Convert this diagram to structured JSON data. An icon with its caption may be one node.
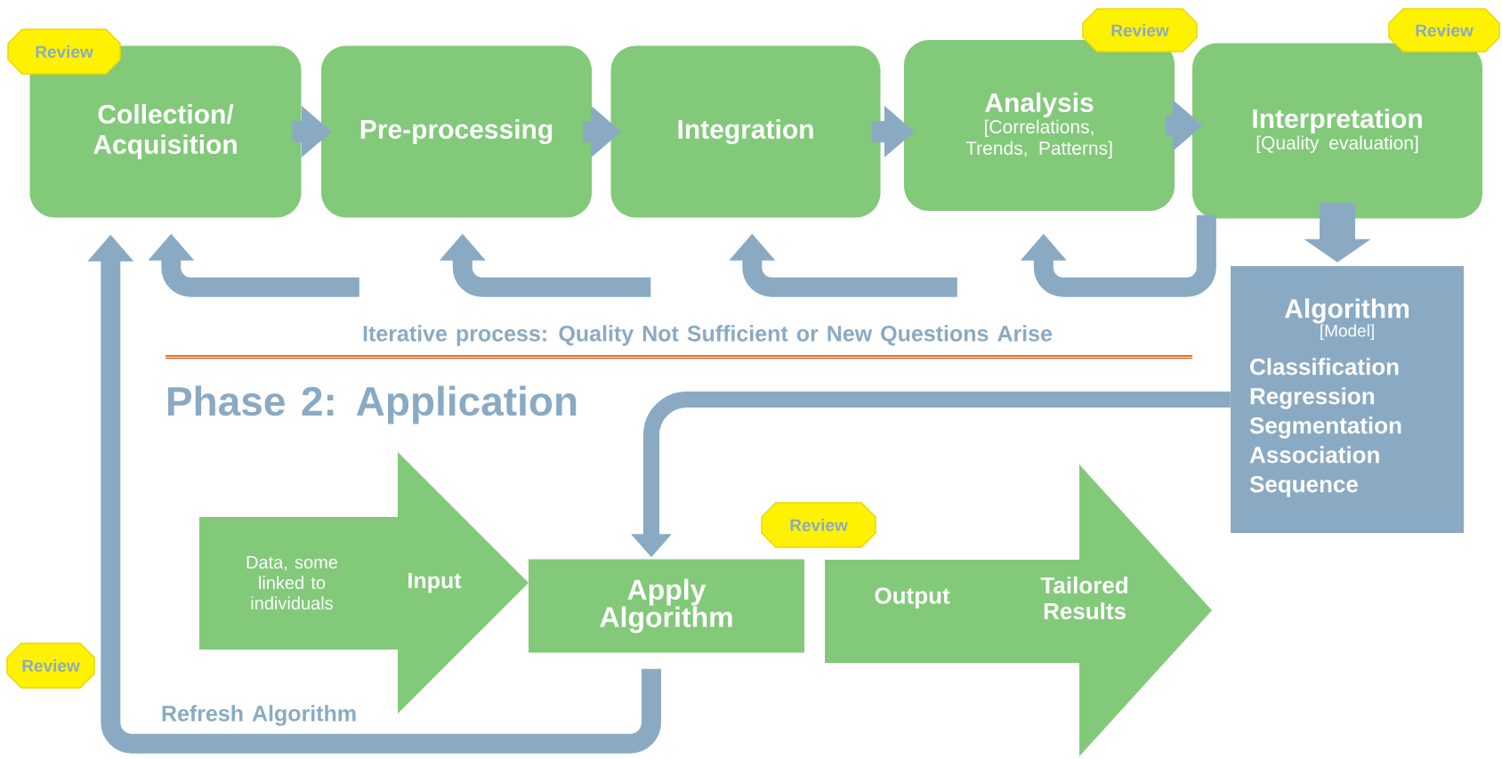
{
  "diagram": {
    "nodes": [
      {
        "text": [
          "Collection/ Acquisition"
        ]
      },
      {
        "text": [
          "Pre-processing"
        ]
      },
      {
        "text": [
          "Integration"
        ]
      },
      {
        "text": [
          "Analysis",
          "[Correlations, Trends, Patterns]"
        ]
      },
      {
        "text": [
          "Interpretation",
          "[Quality evaluation]"
        ]
      },
      {
        "text": [
          "Algorithm",
          "[Model]",
          "Classification",
          "Regression",
          "Segmentation",
          "Association",
          "Sequence"
        ]
      },
      {
        "text": [
          "Data, some linked to individuals",
          "Input"
        ]
      },
      {
        "text": [
          "Apply Algorithm"
        ]
      },
      {
        "text": [
          "Output",
          "Tailored Results"
        ]
      },
      {
        "text": [
          "Review"
        ]
      },
      {
        "text": [
          "Review"
        ]
      },
      {
        "text": [
          "Review"
        ]
      },
      {
        "text": [
          "Review"
        ]
      },
      {
        "text": [
          "Review"
        ]
      }
    ],
    "edges": [
      {
        "from": 0,
        "to": 1,
        "arrow": "to"
      },
      {
        "from": 1,
        "to": 2,
        "arrow": "to"
      },
      {
        "from": 2,
        "to": 3,
        "arrow": "to"
      },
      {
        "from": 3,
        "to": 4,
        "arrow": "to"
      },
      {
        "from": 4,
        "to": 5,
        "arrow": "to",
        "style": "thick"
      },
      {
        "from": 1,
        "to": 0,
        "arrow": "to"
      },
      {
        "from": 2,
        "to": 1,
        "arrow": "to"
      },
      {
        "from": 3,
        "to": 2,
        "arrow": "to"
      },
      {
        "from": 4,
        "to": 3,
        "arrow": "to"
      },
      {
        "from": 5,
        "to": 7,
        "arrow": "to"
      },
      {
        "from": 7,
        "to": 0,
        "label": "Refresh Algorithm",
        "arrow": "to"
      }
    ],
    "labels": [
      "Iterative process: Quality Not Sufficient or New Questions Arise",
      "Phase 2: Application"
    ]
  }
}
